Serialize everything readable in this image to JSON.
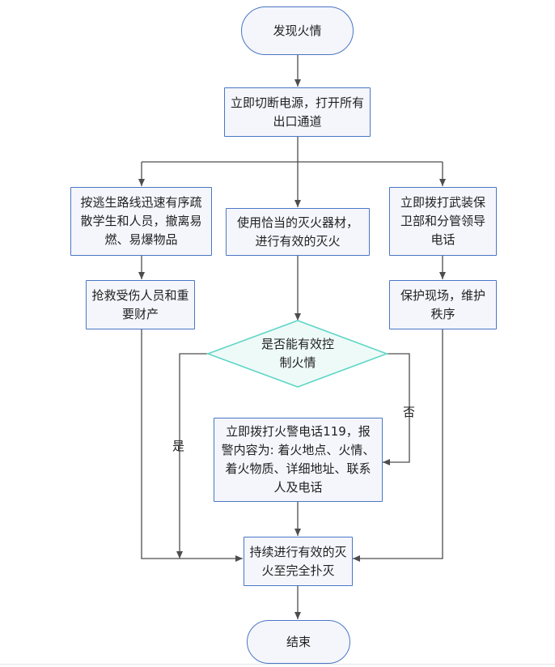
{
  "nodes": {
    "start": "发现火情",
    "cut_power": "立即切断电源，打开所有出口通道",
    "evacuate": "按逃生路线迅速有序疏散学生和人员，撤离易燃、易爆物品",
    "extinguish": "使用恰当的灭火器材，进行有效的灭火",
    "call_security": "立即拨打武装保卫部和分管领导电话",
    "rescue": "抢救受伤人员和重要财产",
    "protect_scene": "保护现场，维护秩序",
    "decision": "是否能有效控制火情",
    "call_119": "立即拨打火警电话119，报警内容为: 着火地点、火情、着火物质、详细地址、联系人及电话",
    "continue": "持续进行有效的灭火至完全扑灭",
    "end": "结束"
  },
  "edge_labels": {
    "yes": "是",
    "no": "否"
  },
  "colors": {
    "node_fill": "#f4f6fc",
    "node_border": "#4a76c4",
    "decision_fill": "#eefaf8",
    "decision_border": "#5fd6c6",
    "connector": "#4d4d4d"
  }
}
